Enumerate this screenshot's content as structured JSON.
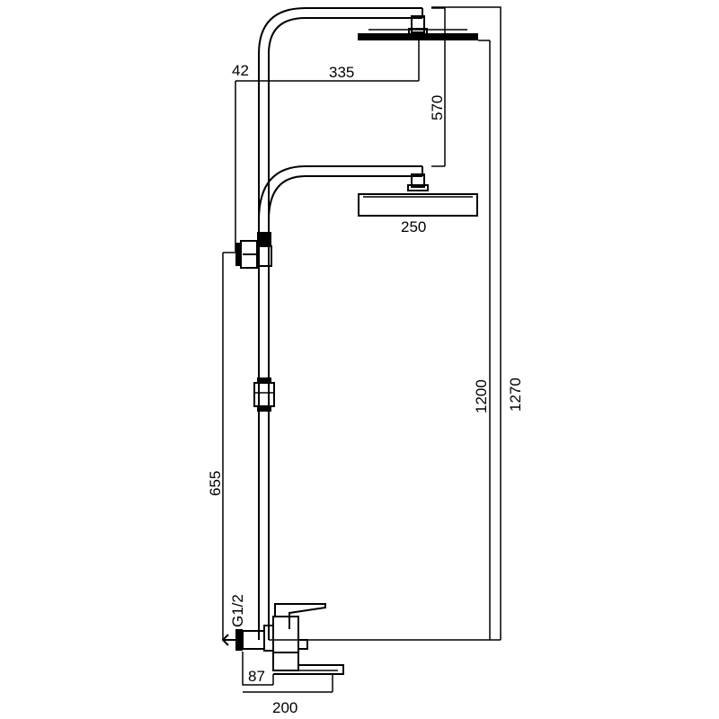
{
  "dimensions": {
    "riser_offset": "42",
    "top_arm_length": "335",
    "arm_spacing": "570",
    "head_diameter": "250",
    "low_arm_height": "1200",
    "overall_height": "1270",
    "outlet_height": "655",
    "inlet_thread": "G1/2",
    "spout_offset": "87",
    "mixer_width": "200"
  }
}
